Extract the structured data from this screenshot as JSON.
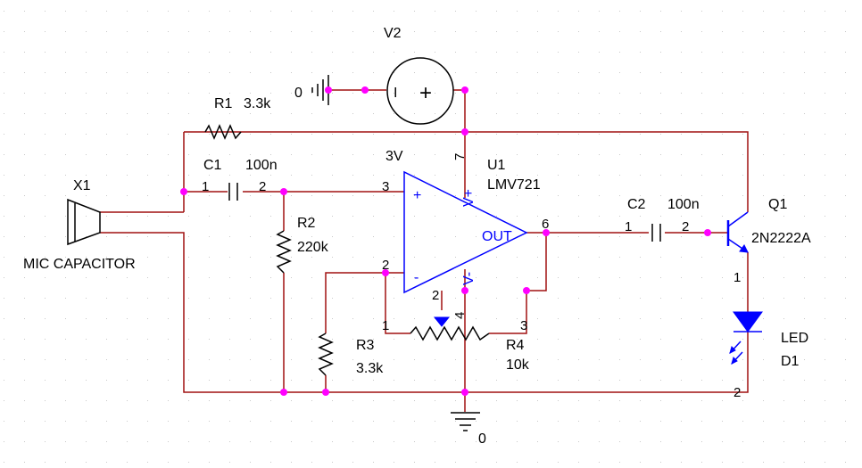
{
  "colors": {
    "wire": "#a01010",
    "component": "#000000",
    "opamp": "#0000ff",
    "node": "#ff00ff",
    "grid_dot": "#c8c8c8"
  },
  "labels": {
    "v2_ref": "V2",
    "r1_ref": "R1",
    "r1_val": "3.3k",
    "x1_ref": "X1",
    "mic_name": "MIC CAPACITOR",
    "c1_ref": "C1",
    "c1_val": "100n",
    "u1_supply": "3V",
    "u1_ref": "U1",
    "u1_part": "LMV721",
    "r2_ref": "R2",
    "r2_val": "220k",
    "c2_ref": "C2",
    "c2_val": "100n",
    "q1_ref": "Q1",
    "q1_part": "2N2222A",
    "r3_ref": "R3",
    "r3_val": "3.3k",
    "r4_ref": "R4",
    "r4_val": "10k",
    "led_name": "LED",
    "d1_ref": "D1",
    "gnd_top": "0",
    "gnd_bottom": "0",
    "out_pin": "OUT",
    "plus_sign": "+",
    "minus_sign": "-",
    "vplus_pin": "V+",
    "vminus_pin": "V-",
    "src_plus": "+",
    "src_bar": "I"
  },
  "pin_numbers": {
    "c1_pin1": "1",
    "c1_pin2": "2",
    "u1_pin3": "3",
    "u1_pin2": "2",
    "u1_pin7": "7",
    "u1_pin6": "6",
    "u1_pin4": "4",
    "r4_pin1": "1",
    "r4_pin2": "2",
    "r4_pin3": "3",
    "c2_pin1": "1",
    "c2_pin2": "2",
    "d1_pin1": "1",
    "d1_pin2": "2"
  }
}
